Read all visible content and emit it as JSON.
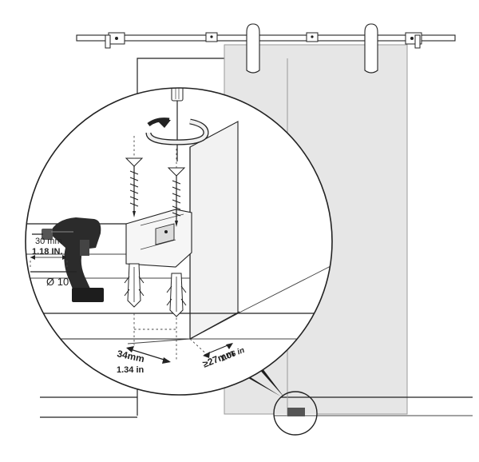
{
  "labels": {
    "drill_depth_mm": "30 mm",
    "drill_depth_in": "1.18 IN.",
    "drill_diameter": "Ø 10",
    "depth_mm": "34mm",
    "depth_in": "1.34 in",
    "gap_mm": "≥27mm",
    "gap_in": "1.06 in"
  },
  "colors": {
    "outline": "#222222",
    "door_panel": "#e6e6e6",
    "door_border": "#9a9a9a",
    "cabinet_fill": "#f2f2f2",
    "drill_dark": "#2b2b2b",
    "floor_guide": "#555555"
  }
}
